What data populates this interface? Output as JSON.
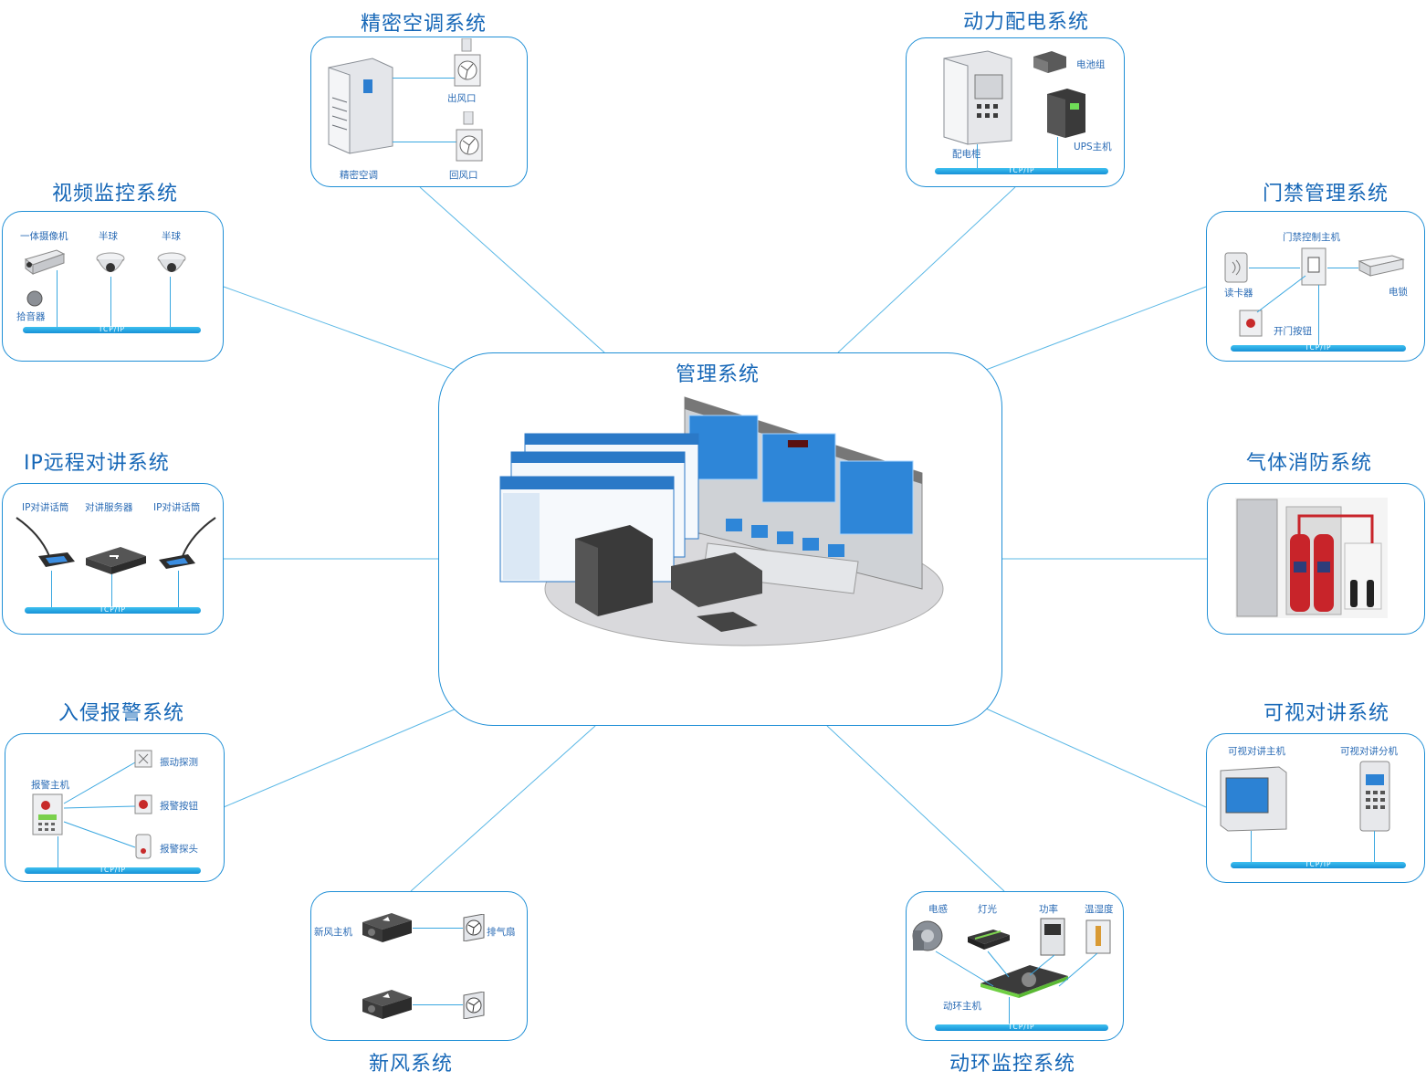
{
  "center": {
    "title": "管理系统"
  },
  "bus_label": "TCP/IP",
  "systems": {
    "ac": {
      "title": "精密空调系统",
      "unit": "精密空调",
      "outlet": "出风口",
      "return": "回风口"
    },
    "power": {
      "title": "动力配电系统",
      "battery": "电池组",
      "cabinet": "配电柜",
      "ups": "UPS主机"
    },
    "video": {
      "title": "视频监控系统",
      "camera": "一体摄像机",
      "dome1": "半球",
      "dome2": "半球",
      "mic": "拾音器"
    },
    "access": {
      "title": "门禁管理系统",
      "controller": "门禁控制主机",
      "reader": "读卡器",
      "lock": "电锁",
      "button": "开门按钮"
    },
    "intercom": {
      "title": "IP远程对讲系统",
      "phone1": "IP对讲话筒",
      "server": "对讲服务器",
      "phone2": "IP对讲话筒"
    },
    "fire": {
      "title": "气体消防系统"
    },
    "alarm": {
      "title": "入侵报警系统",
      "host": "报警主机",
      "vibration": "振动探测",
      "button": "报警按钮",
      "probe": "报警探头"
    },
    "video_intercom": {
      "title": "可视对讲系统",
      "host": "可视对讲主机",
      "ext": "可视对讲分机"
    },
    "fresh_air": {
      "title": "新风系统",
      "host": "新风主机",
      "fan": "排气扇"
    },
    "env": {
      "title": "动环监控系统",
      "sensor": "电感",
      "light": "灯光",
      "power": "功率",
      "humidity": "温湿度",
      "host": "动环主机"
    }
  }
}
